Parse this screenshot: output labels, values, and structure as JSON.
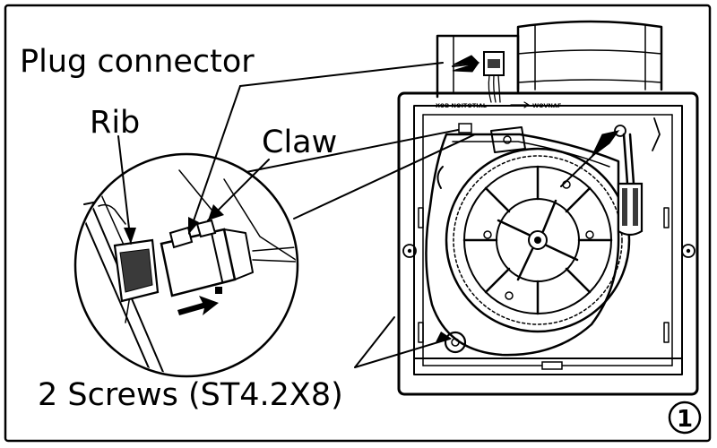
{
  "labels": {
    "plug_connector": "Plug connector",
    "rib": "Rib",
    "claw": "Claw",
    "screws": "2 Screws (ST4.2X8)"
  },
  "step_number": "1",
  "housing_print": {
    "left": "XOB NOITOTIAL",
    "right": "WOVNAF"
  },
  "colors": {
    "ink": "#000000",
    "paper": "#ffffff",
    "shade": "#d9d9d9",
    "dark": "#3a3a3a"
  }
}
